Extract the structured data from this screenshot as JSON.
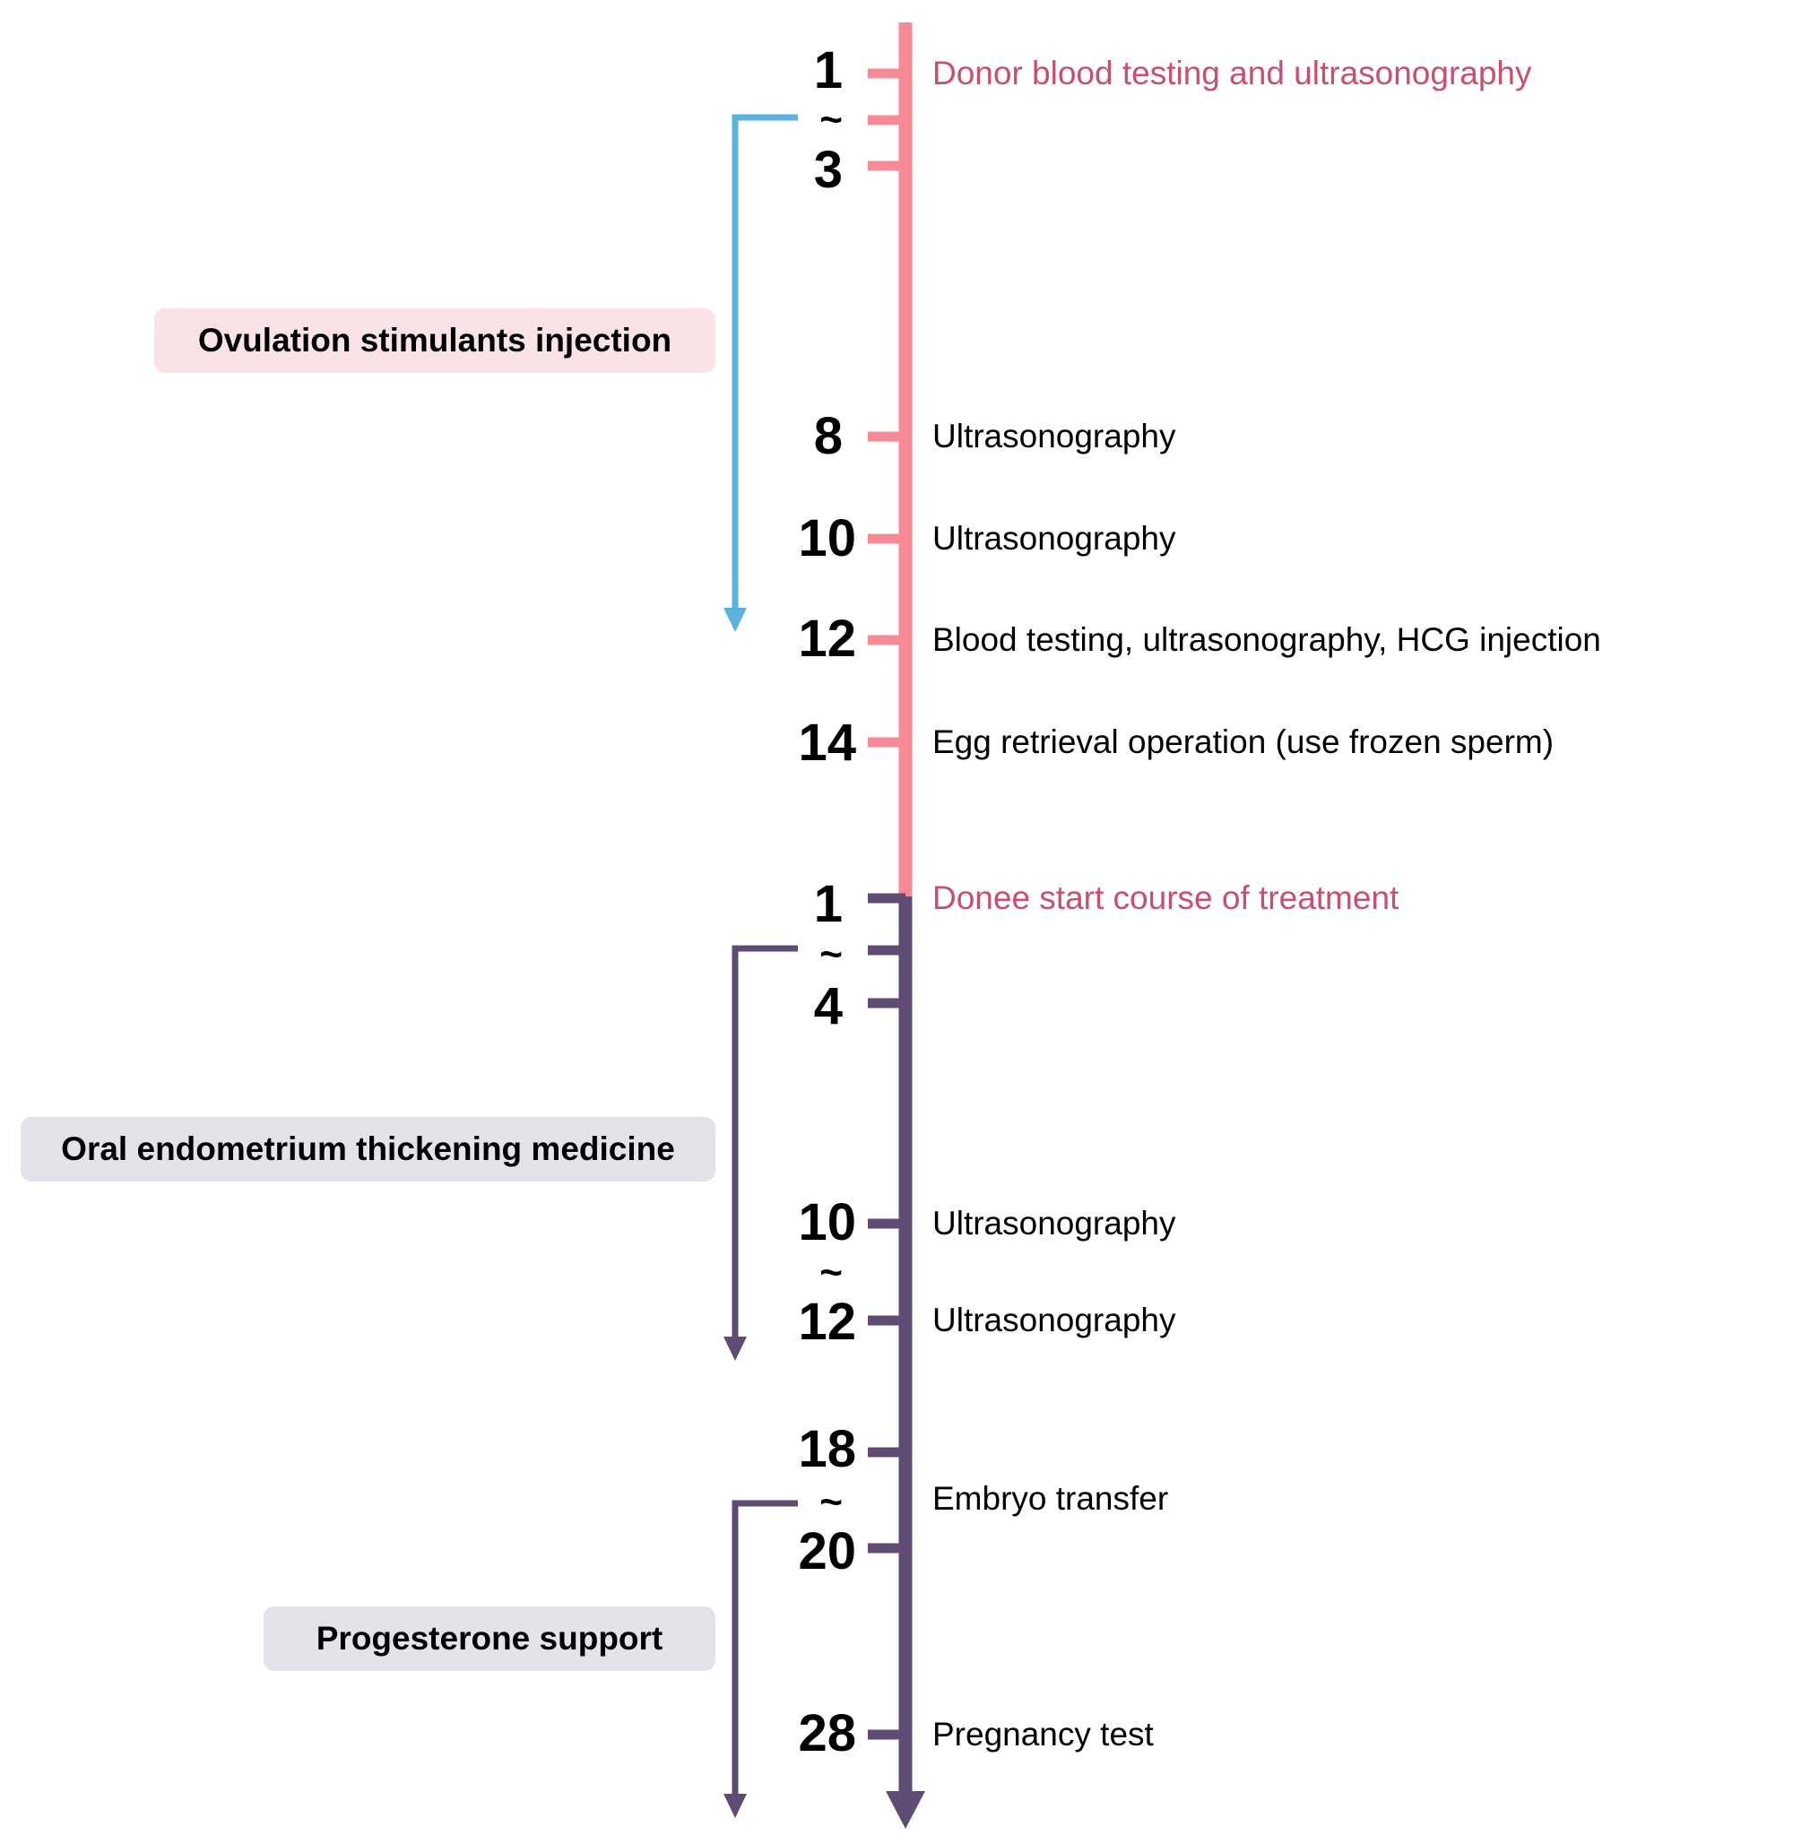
{
  "colors": {
    "donor_line": "#f68a96",
    "donee_line": "#5f4b73",
    "stim_arrow": "#5ab2de",
    "highlight_text": "#c8506e"
  },
  "donor": {
    "days": {
      "d1": "1",
      "t1": "~",
      "d3": "3",
      "d8": "8",
      "d10": "10",
      "d12": "12",
      "d14": "14"
    },
    "events": {
      "start": "Donor blood testing and ultrasonography",
      "d8": "Ultrasonography",
      "d10": "Ultrasonography",
      "d12": "Blood testing, ultrasonography, HCG injection",
      "d14": "Egg retrieval operation (use frozen sperm)"
    },
    "phase": "Ovulation stimulants injection"
  },
  "donee": {
    "days": {
      "d1": "1",
      "t1": "~",
      "d4": "4",
      "d10": "10",
      "t2": "~",
      "d12": "12",
      "d18": "18",
      "t3": "~",
      "d20": "20",
      "d28": "28"
    },
    "events": {
      "start": "Donee start course of treatment",
      "d10": "Ultrasonography",
      "d12": "Ultrasonography",
      "transfer": "Embryo transfer",
      "d28": "Pregnancy test"
    },
    "phases": {
      "oral": "Oral endometrium thickening medicine",
      "progesterone": "Progesterone support"
    }
  }
}
